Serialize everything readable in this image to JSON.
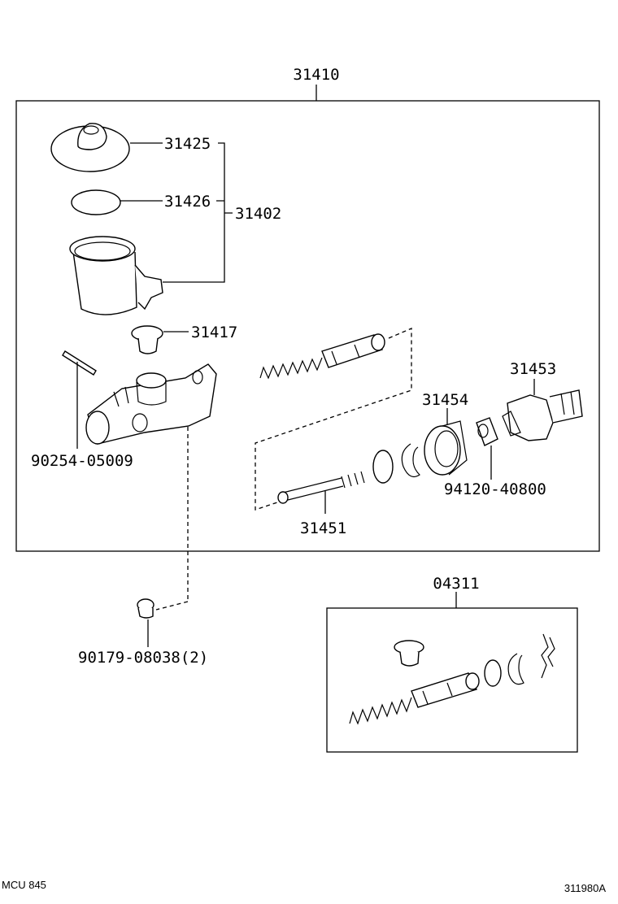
{
  "labels": {
    "assembly": "31410",
    "reservoir_cap": "31425",
    "cap_gasket": "31426",
    "reservoir_set": "31402",
    "grommet": "31417",
    "pin": "90254-05009",
    "piston_kit": "31453",
    "boot": "31454",
    "nut": "94120-40800",
    "push_rod": "31451",
    "bleeder": "90179-08038(2)",
    "repair_kit": "04311"
  },
  "footer": {
    "left": "MCU 845",
    "right": "311980A"
  }
}
